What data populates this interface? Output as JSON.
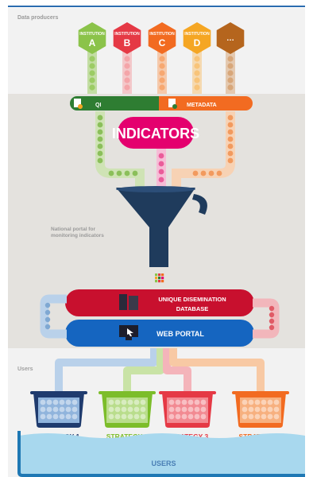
{
  "sections": {
    "producers_label": "Data producers",
    "portal_label": "National portal for monitoring indicators",
    "users_label": "Users"
  },
  "producers": [
    {
      "top": "INSTITUTION",
      "letter": "A",
      "color": "#8bc34a",
      "dot": "#9ccc65"
    },
    {
      "top": "INSTITUTION",
      "letter": "B",
      "color": "#e53945",
      "dot": "#f4a5a9"
    },
    {
      "top": "INSTITUTION",
      "letter": "C",
      "color": "#f26b21",
      "dot": "#f7a871"
    },
    {
      "top": "INSTITUTION",
      "letter": "D",
      "color": "#f5a623",
      "dot": "#f8c47a"
    },
    {
      "top": "",
      "letter": "…",
      "color": "#b5651d",
      "dot": "#d8a77a"
    }
  ],
  "bar": {
    "left_label": "QI",
    "right_label": "METADATA",
    "left_color": "#2e7d32",
    "right_color": "#f26b21"
  },
  "indicators": {
    "label": "INDICATORS",
    "color": "#e4006e"
  },
  "database": {
    "line1": "UNIQUE DISEMINATION",
    "line2": "DATABASE",
    "color": "#c8102e"
  },
  "portal": {
    "label": "WEB PORTAL",
    "color": "#1565c0"
  },
  "strategies": [
    {
      "label": "STRATEGY 1",
      "color": "#1f3b6e",
      "fill": "#90b4dc"
    },
    {
      "label": "STRATEGY 2",
      "color": "#7cbd2a",
      "fill": "#b9dd8c"
    },
    {
      "label": "STRATEGY 3",
      "color": "#e53945",
      "fill": "#f28a92"
    },
    {
      "label": "STRATEGY ...",
      "color": "#f26b21",
      "fill": "#f7b07f"
    }
  ],
  "users_label": "USERS",
  "colors": {
    "funnel": "#1f3b5c",
    "portal_bg": "#e4e2de",
    "top_bg": "#f2f2f2",
    "water": "#a8d8ee",
    "water_dark": "#1e78b4"
  }
}
